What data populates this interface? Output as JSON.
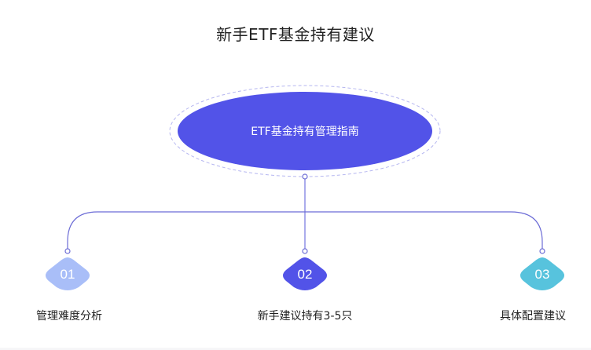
{
  "title": "新手ETF基金持有建议",
  "center": {
    "label": "ETF基金持有管理指南",
    "color": "#5253e8",
    "ring_color": "#b5b6f0"
  },
  "connector_color": "#6c6cd6",
  "steps": [
    {
      "number": "01",
      "label": "管理难度分析",
      "color": "#a9bef8"
    },
    {
      "number": "02",
      "label": "新手建议持有3-5只",
      "color": "#5253e8"
    },
    {
      "number": "03",
      "label": "具体配置建议",
      "color": "#57c3dd"
    }
  ]
}
